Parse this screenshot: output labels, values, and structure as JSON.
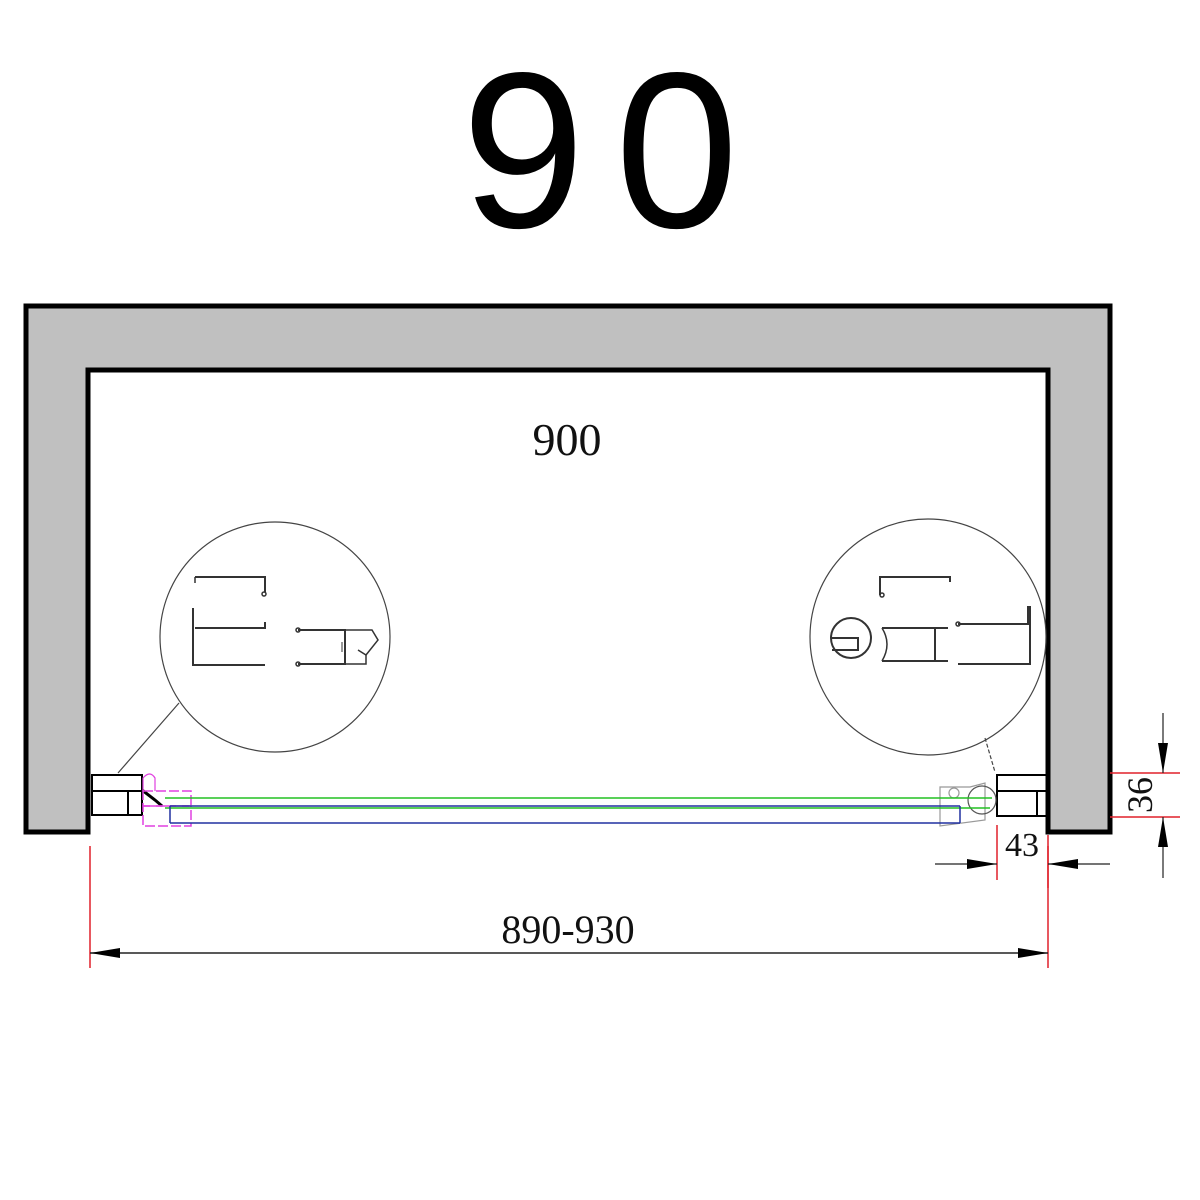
{
  "title": "90",
  "drawing": {
    "inner_width_label": "900",
    "adjustment_range_label": "890-930",
    "profile_offset_label": "43",
    "profile_depth_label": "36",
    "colors": {
      "wall_fill": "#c0c0c0",
      "wall_stroke": "#000000",
      "dimension_extension": "#e0202a",
      "glass_fixed": "#22c022",
      "glass_sliding": "#2030a0",
      "guide_magenta": "#e040e0",
      "detail_stroke": "#333333"
    },
    "details": [
      {
        "name": "left-profile-detail"
      },
      {
        "name": "right-profile-detail"
      }
    ]
  }
}
